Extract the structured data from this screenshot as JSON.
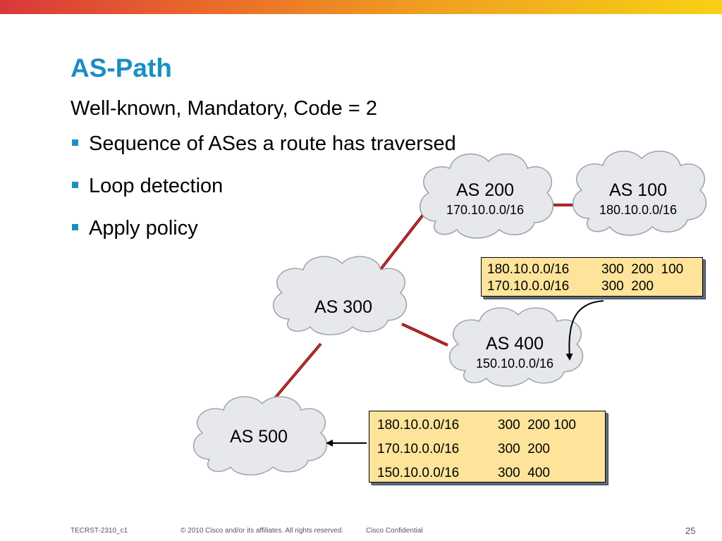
{
  "slide": {
    "title": "AS-Path",
    "subtitle": "Well-known, Mandatory, Code = 2",
    "bullets": [
      "Sequence of ASes a route has traversed",
      "Loop detection",
      "Apply policy"
    ]
  },
  "nodes": {
    "as200": {
      "label": "AS 200",
      "prefix": "170.10.0.0/16"
    },
    "as100": {
      "label": "AS 100",
      "prefix": "180.10.0.0/16"
    },
    "as300": {
      "label": "AS 300"
    },
    "as400": {
      "label": "AS 400",
      "prefix": "150.10.0.0/16"
    },
    "as500": {
      "label": "AS 500"
    }
  },
  "table_as400": [
    {
      "prefix": "180.10.0.0/16",
      "path": "300  200  100"
    },
    {
      "prefix": "170.10.0.0/16",
      "path": "300  200"
    }
  ],
  "table_as500": [
    {
      "prefix": "180.10.0.0/16",
      "path": "300  200 100"
    },
    {
      "prefix": "170.10.0.0/16",
      "path": "300  200"
    },
    {
      "prefix": "150.10.0.0/16",
      "path": "300  400"
    }
  ],
  "footer": {
    "code": "TECRST-2310_c1",
    "copyright": "© 2010 Cisco and/or its affiliates. All rights reserved.",
    "confidential": "Cisco Confidential",
    "page": "25"
  },
  "colors": {
    "title": "#1a8fc3",
    "link": "#b01c1c",
    "cloud_fill": "#e6e8ec",
    "table_fill": "#fde49a"
  }
}
